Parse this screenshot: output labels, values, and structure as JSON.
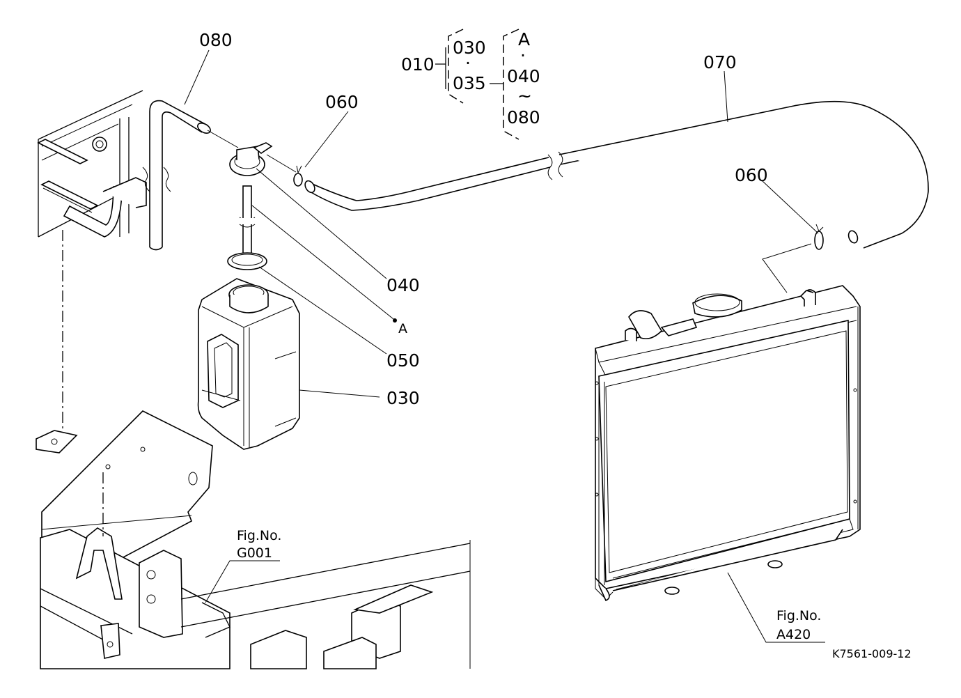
{
  "labels": {
    "p080": "080",
    "p070": "070",
    "p060a": "060",
    "p060b": "060",
    "p040": "040",
    "pA": "A",
    "p050": "050",
    "p030": "030"
  },
  "group": {
    "assembly": "010",
    "sub1": "030",
    "sub1_dot": "·",
    "sub2": "035",
    "sub2_items": [
      "A",
      "·",
      "040",
      "~",
      "080"
    ]
  },
  "fig_refs": [
    {
      "label": "Fig.No.",
      "number": "G001"
    },
    {
      "label": "Fig.No.",
      "number": "A420"
    }
  ],
  "drawing_code": "K7561-009-12"
}
